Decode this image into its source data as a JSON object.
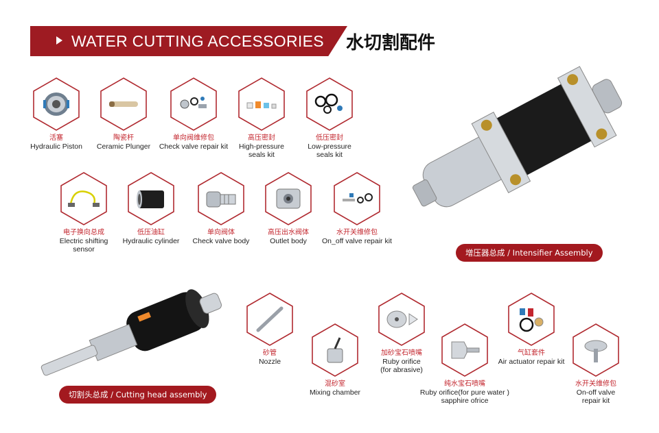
{
  "header": {
    "title_en": "WATER CUTTING ACCESSORIES",
    "title_cn": "水切割配件"
  },
  "colors": {
    "brand_red": "#9e1b22",
    "label_red": "#c3262e"
  },
  "row1": [
    {
      "cn": "活塞",
      "en": "Hydraulic Piston",
      "icon": "piston-icon"
    },
    {
      "cn": "陶瓷杆",
      "en": "Ceramic Plunger",
      "icon": "plunger-icon"
    },
    {
      "cn": "单向阀维修包",
      "en": "Check valve repair kit",
      "icon": "check-valve-kit-icon"
    },
    {
      "cn": "高压密封",
      "en": "High-pressure\nseals kit",
      "icon": "hp-seals-icon"
    },
    {
      "cn": "低压密封",
      "en": "Low-pressure\nseals kit",
      "icon": "lp-seals-icon"
    }
  ],
  "row2": [
    {
      "cn": "电子换向总成",
      "en": "Electric shifting\nsensor",
      "icon": "sensor-icon"
    },
    {
      "cn": "低压油缸",
      "en": "Hydraulic cylinder",
      "icon": "cylinder-icon"
    },
    {
      "cn": "单向阀体",
      "en": "Check valve body",
      "icon": "check-valve-body-icon"
    },
    {
      "cn": "高压出水阀体",
      "en": "Outlet body",
      "icon": "outlet-body-icon"
    },
    {
      "cn": "水开关维修包",
      "en": "On_off valve repair kit",
      "icon": "onoff-kit-icon"
    }
  ],
  "intensifier": {
    "label": "增压器总成 / Intensifier Assembly"
  },
  "cutting_head": {
    "label": "切割头总成 / Cutting head assembly"
  },
  "bottom": [
    {
      "cn": "砂管",
      "en": "Nozzle",
      "icon": "nozzle-icon"
    },
    {
      "cn": "混砂室",
      "en": "Mixing chamber",
      "icon": "mixing-chamber-icon"
    },
    {
      "cn": "加砂宝石喷嘴",
      "en": "Ruby orifice\n(for abrasive)",
      "icon": "ruby-orifice-abrasive-icon"
    },
    {
      "cn": "纯水宝石喷嘴",
      "en": "Ruby orifice(for pure water )\nsapphire ofrice",
      "icon": "ruby-orifice-water-icon"
    },
    {
      "cn": "气缸套件",
      "en": "Air actuator repair kit",
      "icon": "air-actuator-icon"
    },
    {
      "cn": "水开关维修包",
      "en": "On-off valve\nrepair kit",
      "icon": "onoff-valve-icon"
    }
  ]
}
